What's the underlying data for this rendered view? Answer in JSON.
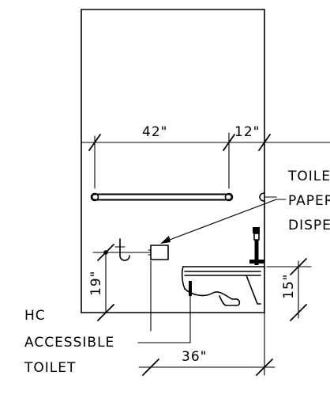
{
  "dimensions": {
    "grab_bar_width": "42\"",
    "grab_bar_offset": "12\"",
    "flush_valve_height": "19\"",
    "seat_height": "15\"",
    "toilet_centerline": "36\""
  },
  "labels": {
    "toilet_line1": "HC",
    "toilet_line2": "ACCESSIBLE",
    "toilet_line3": "TOILET",
    "paper_line1": "TOILET",
    "paper_line2": "PAPER",
    "paper_line3": "DISPENSER"
  }
}
